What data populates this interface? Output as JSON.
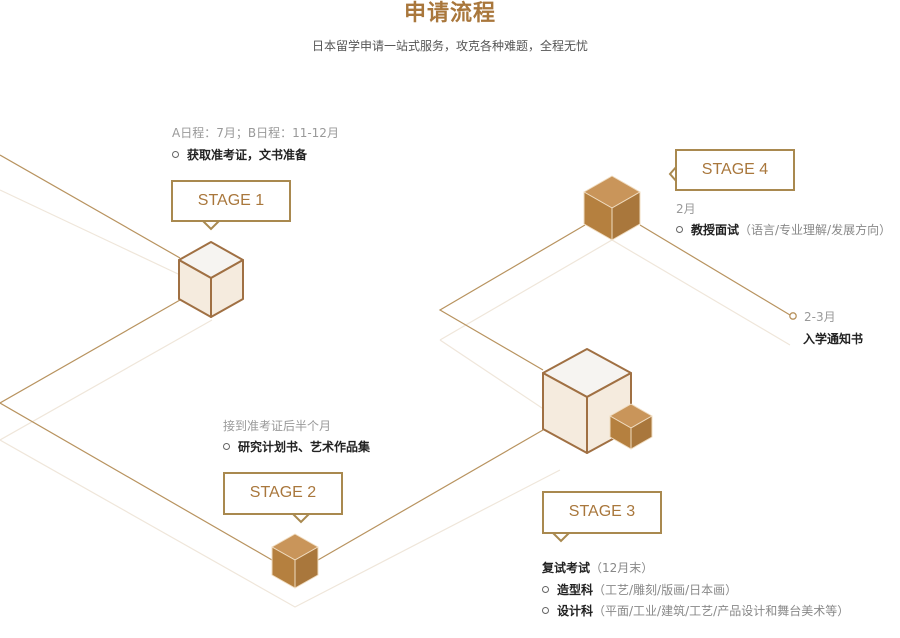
{
  "header": {
    "title": "申请流程",
    "subtitle": "日本留学申请一站式服务，攻克各种难题，全程无忧"
  },
  "colors": {
    "accent": "#a9773c",
    "line": "#b8935f",
    "line_light": "#efe6da",
    "cube_dark": "#b5803f",
    "cube_light": "#f5ebde"
  },
  "stages": [
    {
      "label": "STAGE 1",
      "time": "A日程：7月；B日程：11-12月",
      "items": [
        {
          "bold": "获取准考证，文书准备",
          "note": ""
        }
      ]
    },
    {
      "label": "STAGE 2",
      "time": "接到准考证后半个月",
      "items": [
        {
          "bold": "研究计划书、艺术作品集",
          "note": ""
        }
      ]
    },
    {
      "label": "STAGE 3",
      "heading_bold": "复试考试",
      "heading_note": "（12月末）",
      "items": [
        {
          "bold": "造型科",
          "note": "（工艺/雕刻/版画/日本画）"
        },
        {
          "bold": "设计科",
          "note": "（平面/工业/建筑/工艺/产品设计和舞台美术等）"
        }
      ]
    },
    {
      "label": "STAGE 4",
      "time": "2月",
      "items": [
        {
          "bold": "教授面试",
          "note": "（语言/专业理解/发展方向）"
        }
      ]
    }
  ],
  "final": {
    "time": "2-3月",
    "label": "入学通知书"
  }
}
